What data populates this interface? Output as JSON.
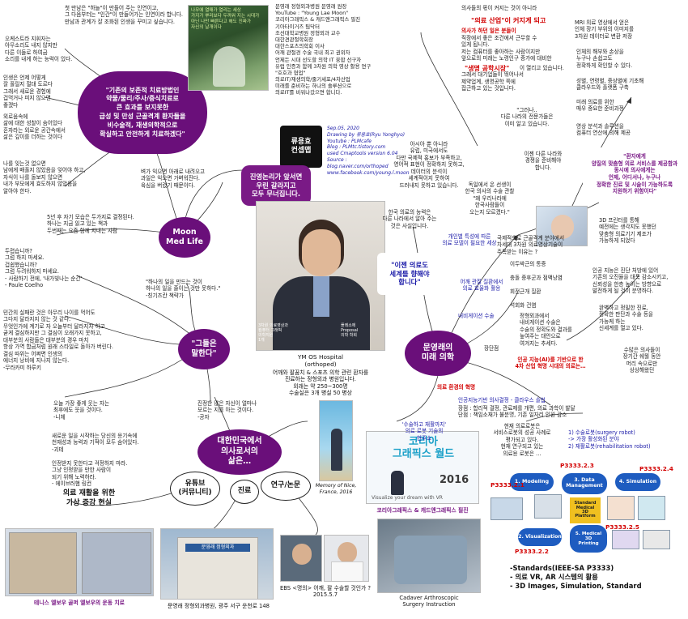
{
  "center": {
    "caption_name": "YM OS Hospital\n(orthoped)",
    "caption_text": "어깨와 팔꿈치 & 스포츠 의학 관련 환자를\n진료하는 정형외과 병원입니다.\n외래는 약 250~300명\n수술실은 3개 병실 50 병상",
    "photo_tags": [
      "3차원 의료영상과\n컴퓨터 그래픽\n의학지원\n1개",
      "플레소에\nProposal\n의학 학회"
    ]
  },
  "nodes": {
    "moon_med_life": "Moon\nMed Life",
    "they_say": "\"그들은\n말한다\"",
    "korea_doctor_life": "대한민국에서\n의사로서의\n삶은…",
    "youtube": "유튜브\n(커뮤니티)",
    "clinic": "진료",
    "research": "연구/논문",
    "future_medicine": "문영래의\n미래 의학",
    "dogma_box": "진영논리가 앞서면\n우린 갈라지고\n모두 무너집니다.",
    "global_box": "\"이젠 의료도\n세계를 향해야\n합니다\"",
    "treatment_quote": "\"기존의 보존적 치료방법인\n약물/물리/주사/증식치료로\n큰 효과를 보지못한\n급성 및 만성 근골격계 환자들을\n비수술적, 재생의학적으로\n확실하고 안전하게 치료하겠다\"",
    "cost_box": "\"환자에게\n양질의 맞춤형 의료 서비스를 제공함과\n동시에 의사에게는\n언제, 어디서나, 누구나\n정확한 진료 및 시술이 가능하도록\n지원하기 위함이다\""
  },
  "profile": {
    "lines": "문영래 정형외과병원 문영래 원장\nYouTube : \"Young Lae Moon\"\n코리아그래픽스 & 캐드앤그래픽스 필진\n기아타이거즈 팀닥터\n조선대학교병원 정형외과 교수\n대한견관절학회장\n대한스포츠의학회 이사\n어깨 관절경 수술 국내 최고 권위자\n언제든 시대 선도할 의학 IT 융합 선구자\n유럽 인증과 함께 3차원 의학 영상 활용 연구\n\"호호과 협업\"\n의료IT/재생의학/줄기세포/4차산업\n미래를 준비하는 하나의 솔루션으로\n의료IT를 비워나갔으면 합니다."
  },
  "credits": {
    "date": "Sep.05, 2020",
    "drawing": "Drawing by 류용효(Ryu Yonghyo)",
    "youtube": "Youtube : PLMcafe",
    "blog": "Blog : PLMtc.tistory.com",
    "tool": "used Cmaptools version 6.04",
    "source_label": "Source :",
    "source1": "blog.naver.com/orthoped",
    "source2": "www.facebook.com/young.l.moon",
    "logo": "류용효\n컨셉맵"
  },
  "poster_text": "나무에 열매가 열리는 세상\n가지가 뿌리보다 두꺼워 지는 시대가\n아닌 나만 빠른다고 해도 진짜가\n자신의 날개이다",
  "quotes": {
    "q1": "첫 만남은 \"하늘\"이 만들어 주는 인연이고,\n그 다음부터는 \"인간\"이 만들어가는 인연이라 합니다.\n만남과 관계가 잘 조화된 인생을 꾸미고 싶습니다.",
    "q2": "오케스트라 지휘자는\n아무소리도 내지 않지만\n다른 이들로 하여금\n소리를 내게 하는 능력이 있다.",
    "q3": "인생은 언제 어떻게\n잘 풀릴지 절대 도르다\n그래서 새로운 경험에\n겁먹거나 피지 않으면\n좋겠다",
    "q4": "외로움속에\n삶에 대한 성찰이 숨어있다\n혼자라는 외로운 공간속에서\n삶은 깊이를 더하는 것이다",
    "q5": "나를 잊는것 없으면\n남에게 배풀지 않았음을 잊어야 하고,\n자식이 나를 돌보지 않으면\n내가 부모에게 효도하지 않았음을\n알아야 한다.",
    "q6": "벼가 익으면 아래로 내려오고\n과일은 익으면 가벼워진다.\n육심을 버렸기 때문이다.",
    "q7": "5년 후 자기 모습은 두가지로 결정된다.\n하나는 지금 읽고 있는 책과\n두번째는 요즘 함께 지내는 사람",
    "q8": "두렵습니까?\n그럼 하지 마세요.\n겁쉽했습니까?\n그럼 두려워하지 마세요.\n- 사람하기 전에, '내가빛나는 순간'\n- Paule Coelho",
    "q9": "\"하나의 일을 만드는 것이\n하나의 일을 줄이는 것만 못하다.\"\n-칭기즈칸 책략가",
    "q10": "민간의 실패란 것은 아무리 나이를 먹어도\n그다지 달라지지 않는 것 같다.\n무엇인가에 계기로 자 오늘부터 달라지자 하고\n굳게 결심하지만 그 결심이 오래가지 못하고,\n대부분의 사람들은 대부분의 경우 마치\n항상 가역 합금처럼 원래 스타일로 돌아가 버린다.\n결심 따위는 어쩌면 인생의\n에너지 낭비에 지나지 않는다.\n-무라카미 하루키",
    "q11": "오늘 가장 좋게 웃는 자는\n최후에도 웃을 것이다.\n-니체",
    "q12": "새로운 일을 시작하는 당신의 용기속에\n천재성과 능력과 기적이 모두 숨어있다.\n-괴테",
    "q13": "진정한 많은 자신이 얼마나\n모르는 지를 아는 것이다.\n-공자",
    "q14": "인정받지 못한다고 걱정하지 마라.\n그냥 인정받을 만한 사람이\n되기 위해 노력하라.\n- 에이브러햄 링컨"
  },
  "right_col": {
    "r1": "의사들의 몫이 커지는 것이 아니라",
    "r1_red": "\"의료 산업\"이 커지게 되고",
    "r2_red": "의사가 하던 일은 분들이",
    "r2": "직장에서 좋은 조건에서 근무할 수\n있게 됩니다.\n저는 컴퓨터를 좋아하는 사람이지만\n앞으로의 미래는 노령인구 증가에 대비한",
    "r3_red": "\"생명 공학시장\"",
    "r3": "이 열리고 있습니다.\n그래서 대기업들이 뛰어나서\n제약업계, 생명공학 쪽에\n접근하고 있는 것입니다.",
    "r4": "\"그러나..\n다른 나라의 전문가들은\n이미 알고 있습니다.",
    "r5": "MRI 의료 영상에서 얻은\n인체 장기 부위의 이미지를\n3차원 데이터로 변환 저장",
    "r6": "인체의 해부와 손상을\n누구나 손쉽고도\n정확하게 확인할 수 있다.",
    "r7": "성별, 연령별, 증상별에 기초해\n클라우드와 플랫폼 구축",
    "r8": "미래 의료를 위한\n매우 중요한 준비과정",
    "r9": "영상 분석과 솔루션을\n컴퓨터 연산에 의해 제공",
    "r10": "이젠 다른 나라와\n경쟁을 준비해야\n합니다.",
    "r11": "아시아 뿐 아니라\n유럽, 미국에서도\n다만 국제적 홍보가 부족하고,\n영어적 표현이 정확하지 못하고,\n데이터의 분석이\n세계적이지 못하여\n드러내지 못하고 있습니다.",
    "r12": "독일에서 온 선생이\n한국 의사의 수술 관찰\n\"왜 우리나라에\n한국사람들이\n오는지 모르겠다.\"",
    "r13": "한국 의료의 능력은\n다른 나라에서 알아 주는\n것은 사실입니다.",
    "r14": "국제적으로 근골격계 분야에서\n차세대 3차원 의료영상기술이\n주목받는 이유는 ?",
    "r15": "3D 프린터를 통해\n예전에는 생각지도 못했던\n맞춤형 의료기기 제조가\n가능하게 되었다",
    "r16": "인공 지능은 진단 처방에 있어\n기존의 오진율을 대폭 감소시키고,\n신뢰성을 한층 높이는 방향으로\n발전하게 될 것이 분명하다.",
    "r17": "완벽하고 정밀한 진료,\n정확한 판단과 수술 등을\n가능케 하는\n신세계를 열고 있다.",
    "r18": "수많은 의사들이\n장기간 쉐월 동안\n머리 속으로만\n상상해왔던",
    "r19_blue": "개인별 특성에 따른\n의료 모델이 필요한 세상",
    "r20_blue": "어깨 관절 질환에서\n의료 효율화 활용",
    "r21": "이두박근의 통증\n\n충돌 증후군과 점액낭염\n\n회전근개 질환\n\n석회화 건염",
    "r22_blue": "내비게이션 수술",
    "r23": "정형외과에서\n내비게이션 수술은\n수술의 정확도와 결과를\n높여주는 대안으로\n여겨지는 추세다.",
    "r24": "장단점",
    "r25_red": "인공 지능(AI)를 기반으로 한\n4차 산업 혁명 시대의 의료는…",
    "r26_red": "의료 환경의 혁명",
    "r27_blue": "인공지능기반 의사결정 - 클라우스 솔법",
    "r28": "장점 : 합리적 결정, 관료제를 개편, 의료 과학이 발달\n단점 : 책임소재가 불분명, 기존 일자리 인원 감소",
    "r29_blue": "'수술하고 재활까지'\n의료 로봇 기술의\n현주소",
    "r30": "현재 의료로봇은\n서비스로봇의 성공 사례로\n평가되고 있다.\n현재 연구되고 있는\n의료용 로봇은 …",
    "r31_blue": "1) 수술로봇(surgery robot)\n  -> 가장 활성화된 분야\n2) 재활로봇(rehabilitation robot)"
  },
  "bottom": {
    "vr_title": "의료 재활을 위한\n가상 증강 현실",
    "vr_caption": "테니스 엘보우 골퍼 엘보우의 운동 치료",
    "hospital_caption": "문영래 정형외과병원, 광주 서구 운천로 148",
    "ebs_caption": "EBS <명의> 어깨, 팔 수술할 것인가 ?\n2015.5.7",
    "cadaver_caption": "Cadaver Arthroscopic\nSurgery Instruction",
    "nice_caption": "Memory of Nice,\nFrance, 2016",
    "kg_title": "코리아\n그래픽스 월드",
    "kg_year": "2016",
    "kg_sub": "Visualize your dream with VR",
    "kg_caption": "코리아그래픽스 & 캐드앤그래픽스 필진",
    "hospital_sign": "문영래 정형외과"
  },
  "standards": {
    "items": [
      "1. Modeling",
      "3. Data\nManagement",
      "4. Simulation",
      "2. Visualization",
      "5. Medical\n3D\nPrinting"
    ],
    "codes": [
      "P3333.2.3",
      "P3333.2.4",
      "P3333.2.1",
      "P3333.2.5",
      "P3333.2.2"
    ],
    "center_label": "Standard\nMedical\n3D\nPlatform",
    "text": "-Standards(IEEE-SA P3333)\n   - 의료 VR, AR 시스템의 활용\n   - 3D Images, Simulation, Standard"
  }
}
